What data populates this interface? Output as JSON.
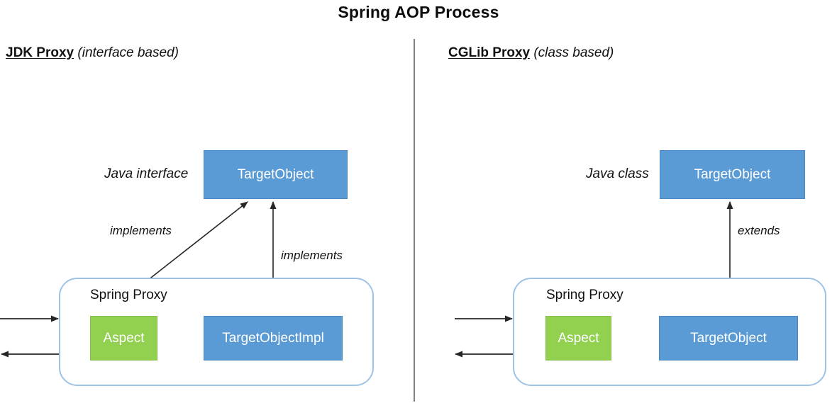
{
  "title": "Spring AOP Process",
  "colors": {
    "blue": "#5B9BD5",
    "green": "#92D050",
    "proxy_border": "#9DC3E6",
    "divider": "#808080",
    "arrow": "#262626",
    "text_dark": "#111111",
    "text_light": "#FFFFFF"
  },
  "divider": {
    "present": true
  },
  "left": {
    "heading_strong": "JDK Proxy",
    "heading_italic": "(interface based)",
    "side_label": "Java interface",
    "top_node": "TargetObject",
    "proxy_label": "Spring Proxy",
    "aspect_node": "Aspect",
    "target_node": "TargetObjectImpl",
    "edge_label_diagonal": "implements",
    "edge_label_vertical": "implements"
  },
  "right": {
    "heading_strong": "CGLib Proxy",
    "heading_italic": "(class based)",
    "side_label": "Java class",
    "top_node": "TargetObject",
    "proxy_label": "Spring Proxy",
    "aspect_node": "Aspect",
    "target_node": "TargetObject",
    "edge_label_vertical": "extends"
  }
}
